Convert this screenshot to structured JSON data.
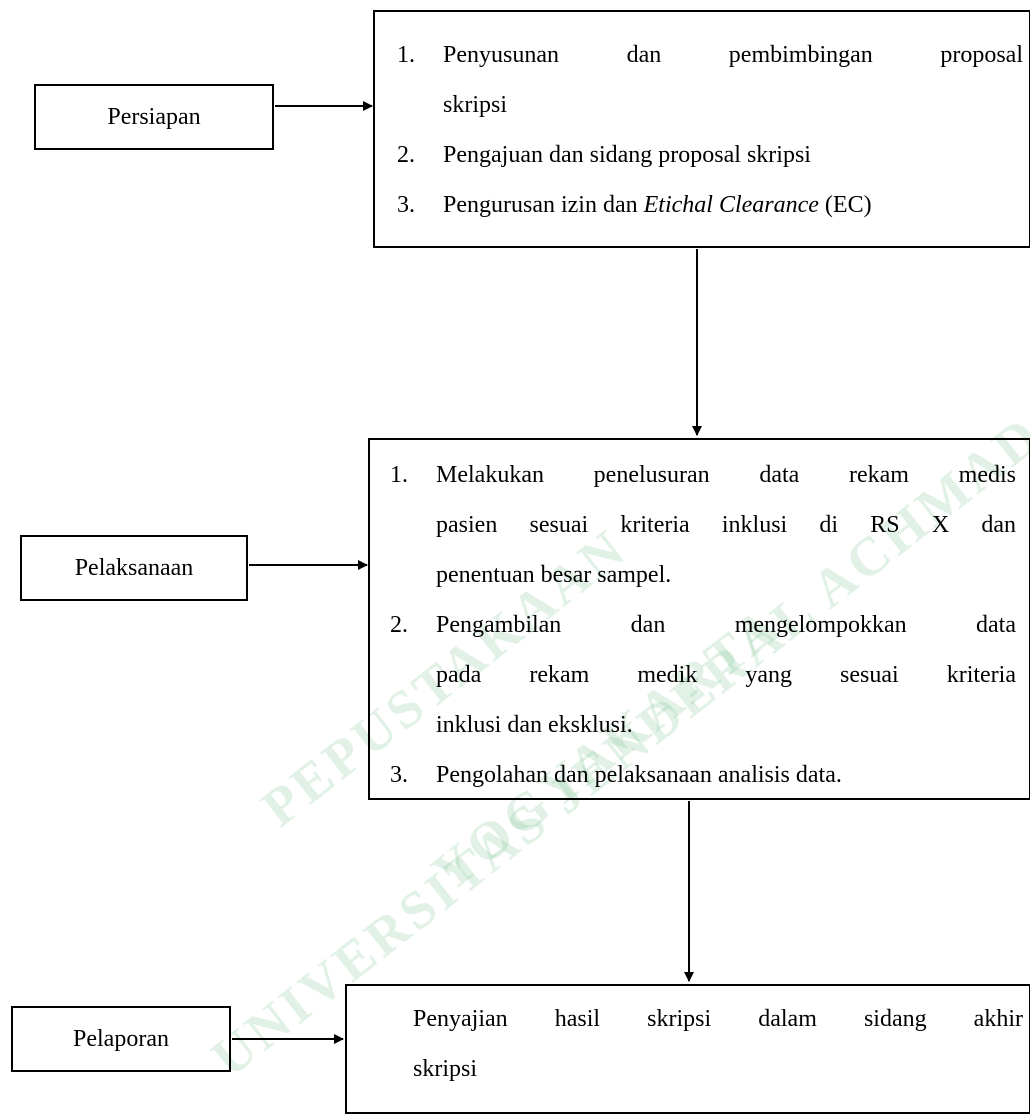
{
  "stages": [
    {
      "label": "Persiapan"
    },
    {
      "label": "Pelaksanaan"
    },
    {
      "label": "Pelaporan"
    }
  ],
  "persiapan_steps": [
    {
      "num": "1.",
      "lines": [
        "Penyusunan dan pembimbingan proposal",
        "skripsi"
      ]
    },
    {
      "num": "2.",
      "text": "Pengajuan dan sidang proposal skripsi"
    },
    {
      "num": "3.",
      "pre": "Pengurusan izin dan ",
      "italic": "Etichal Clearance",
      "post": " (EC)"
    }
  ],
  "pelaksanaan_steps": [
    {
      "num": "1.",
      "lines": [
        "Melakukan penelusuran data rekam medis",
        "pasien sesuai kriteria inklusi di RS X dan",
        "penentuan besar sampel."
      ]
    },
    {
      "num": "2.",
      "lines": [
        "Pengambilan dan mengelompokkan data",
        "pada rekam medik yang sesuai kriteria",
        "inklusi dan eksklusi."
      ]
    },
    {
      "num": "3.",
      "text": "Pengolahan dan pelaksanaan analisis data."
    }
  ],
  "pelaporan_text": {
    "lines": [
      "Penyajian hasil skripsi dalam sidang akhir",
      "skripsi"
    ]
  },
  "watermark": [
    "PEPUSTAKAAN",
    "UNIVERSITAS JENDERAL ACHMAD YANI",
    "YOGYAKARTA"
  ],
  "colors": {
    "line": "#000000",
    "watermark": "#7fbf8c"
  }
}
